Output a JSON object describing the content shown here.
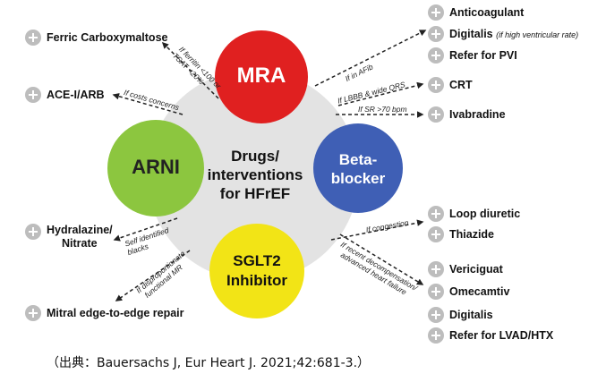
{
  "hub": {
    "line1": "Drugs/",
    "line2": "interventions",
    "line3": "for HFrEF"
  },
  "nodes": {
    "mra": {
      "label": "MRA",
      "color": "#e02020"
    },
    "arni": {
      "label": "ARNI",
      "color": "#8cc63f"
    },
    "beta": {
      "line1": "Beta-",
      "line2": "blocker",
      "color": "#3f5fb5"
    },
    "sglt2": {
      "line1": "SGLT2",
      "line2": "Inhibitor",
      "color": "#f2e416"
    }
  },
  "hub_color": "#e3e3e3",
  "right_options": {
    "anticoagulant": "Anticoagulant",
    "digitalis_af": "Digitalis",
    "digitalis_af_note": "(if high ventricular rate)",
    "pvi": "Refer for PVI",
    "crt": "CRT",
    "ivabradine": "Ivabradine",
    "loop": "Loop diuretic",
    "thiazide": "Thiazide",
    "vericiguat": "Vericiguat",
    "omecamtiv": "Omecamtiv",
    "digitalis_adv": "Digitalis",
    "lvad": "Refer for LVAD/HTX"
  },
  "left_options": {
    "fcm": "Ferric Carboxymaltose",
    "acei": "ACE-I/ARB",
    "hydralazine_1": "Hydralazine/",
    "hydralazine_2": "Nitrate",
    "mitral": "Mitral edge-to-edge repair"
  },
  "conditions": {
    "afib": "If in AFib",
    "lbbb": "If LBBB & wide QRS",
    "sr": "If SR >70 bpm",
    "congestion": "If congestion",
    "decomp_1": "If recent decompensation/",
    "decomp_2": "advanced heart failure",
    "ferritin_1": "If ferritin <100 or",
    "ferritin_2": "TSAT <20%",
    "costs": "If costs concerns",
    "blacks_1": "Self identified",
    "blacks_2": "blacks",
    "mr_1": "If disproportionate",
    "mr_2": "functional MR"
  },
  "citation": "（出典：Bauersachs J, Eur Heart J. 2021;42:681-3.）"
}
